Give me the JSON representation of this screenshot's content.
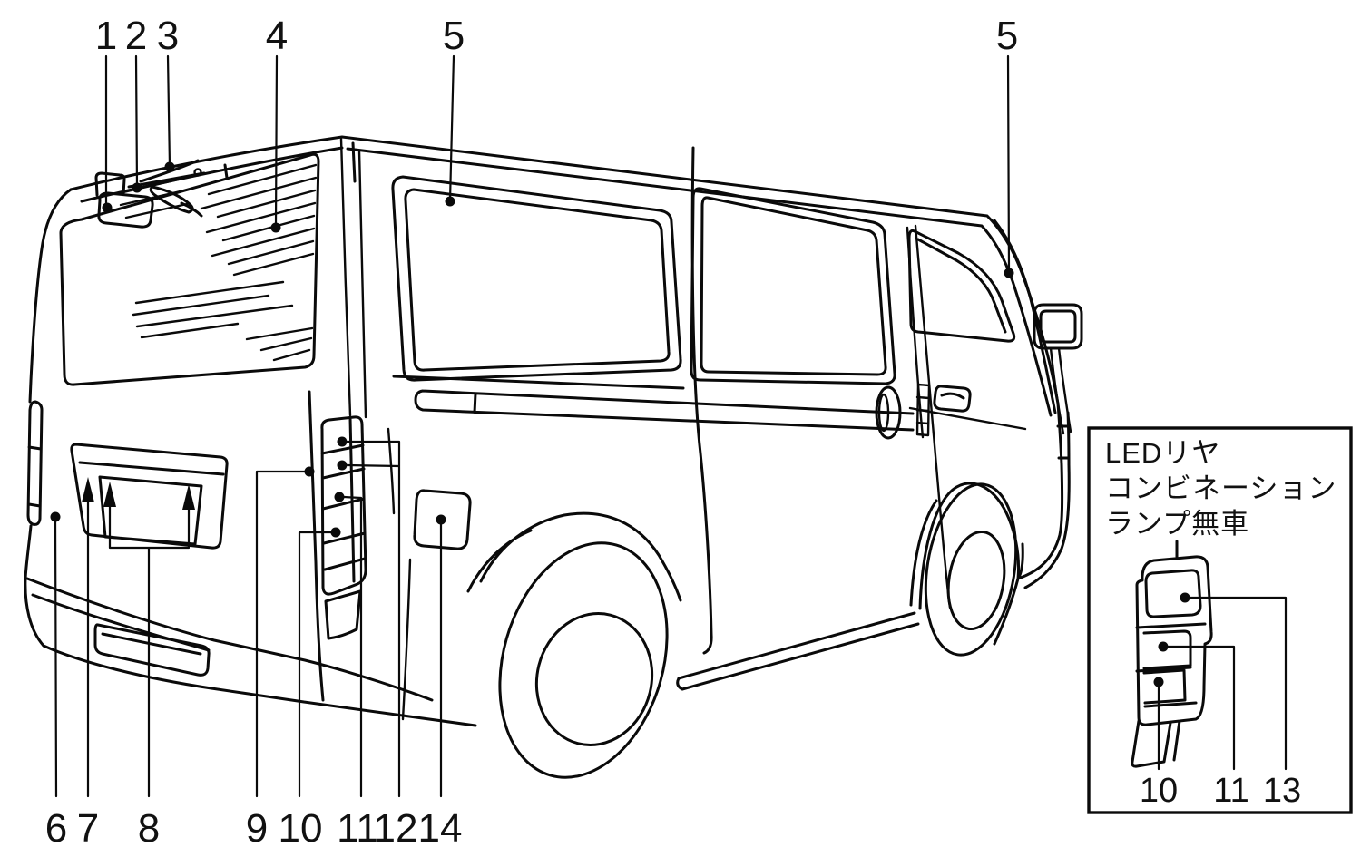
{
  "figure": {
    "kind": "vehicle exterior lamp location diagram (rear three-quarter view of van)",
    "background_color": "#ffffff",
    "line_color": "#0a0a0a"
  },
  "callouts": {
    "top": [
      "1",
      "2",
      "3",
      "4",
      "5",
      "5"
    ],
    "bottom": [
      "6",
      "7",
      "8",
      "9",
      "10",
      "11",
      "12",
      "14"
    ]
  },
  "inset": {
    "title_line1": "LEDリヤ",
    "title_line2": "コンビネーション",
    "title_line3": "ランプ無車",
    "labels": [
      "10",
      "11",
      "13"
    ]
  }
}
